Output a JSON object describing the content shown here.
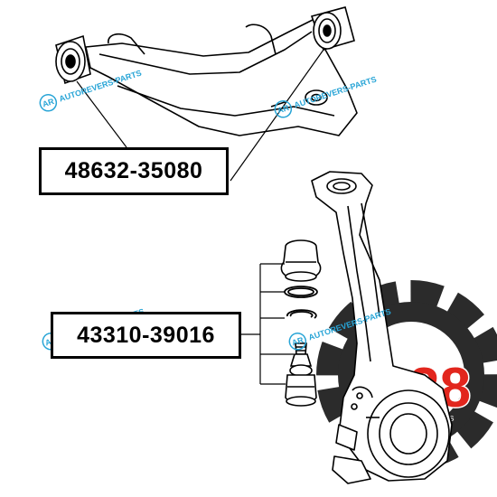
{
  "labels": {
    "upper_arm_part": "48632-35080",
    "ball_joint_part": "43310-39016"
  },
  "watermark": {
    "brand": "AUTOREVERS-PARTS",
    "logo_letters": "AR",
    "corner_mark": "28",
    "corner_sub": "PARTS",
    "color": "#27a4d6"
  },
  "colors": {
    "line": "#000000",
    "gear": "#2b2b2b",
    "accent": "#e2261d"
  }
}
